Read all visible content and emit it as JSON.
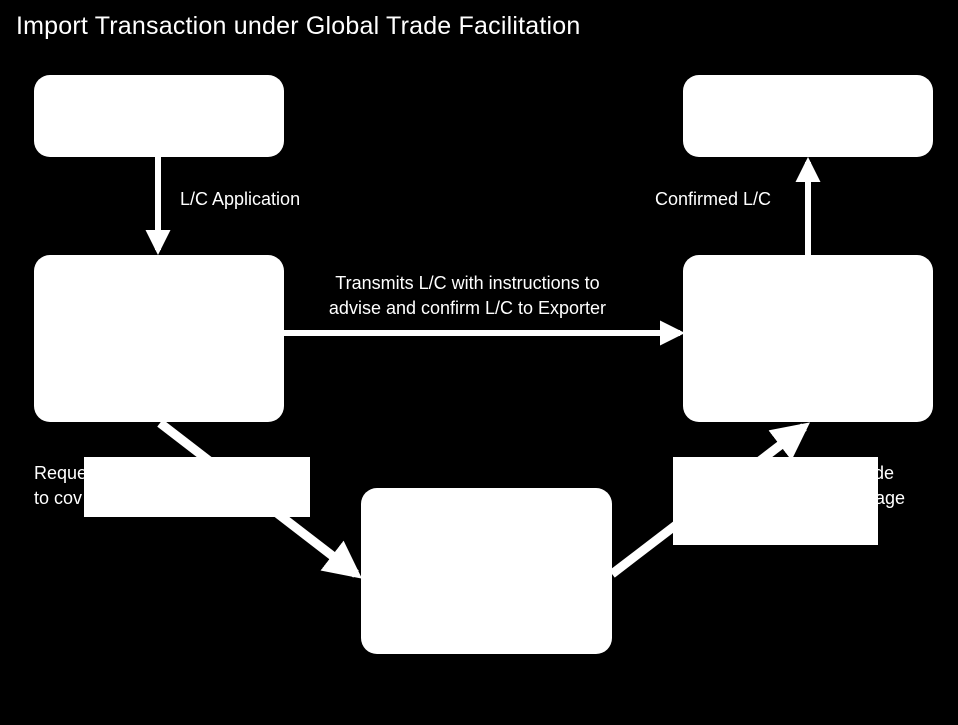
{
  "title": "Import Transaction under Global Trade Facilitation",
  "colors": {
    "background": "#000000",
    "foreground": "#ffffff"
  },
  "flows": {
    "lc_application": "L/C Application",
    "confirmed_lc": "Confirmed L/C",
    "transmits_line1": "Transmits L/C with instructions to",
    "transmits_line2": "advise and confirm L/C to Exporter",
    "left_partial_line1": "Reque",
    "left_partial_line2": "to cov",
    "right_partial_line1": "de",
    "right_partial_line2": "verage"
  }
}
